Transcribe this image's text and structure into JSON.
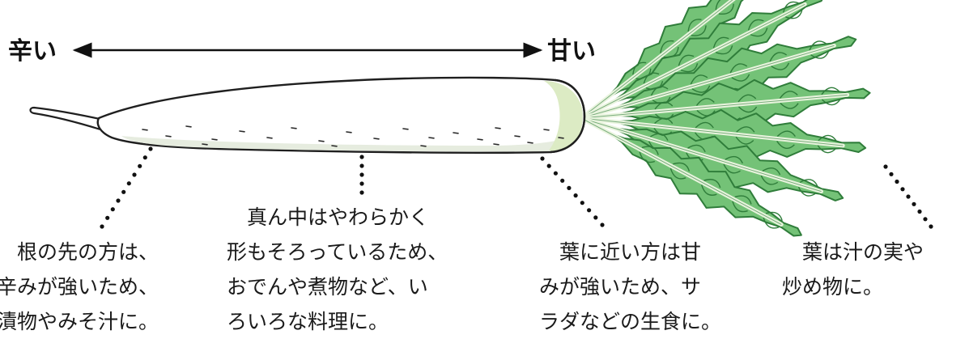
{
  "scale": {
    "left_label": "辛い",
    "right_label": "甘い"
  },
  "captions": [
    {
      "lines": [
        "　根の先の方は、",
        "辛みが強いため、",
        "漬物やみそ汁に。"
      ]
    },
    {
      "lines": [
        "　真ん中はやわらかく",
        "形もそろっているため、",
        "おでんや煮物など、い",
        "ろいろな料理に。"
      ]
    },
    {
      "lines": [
        "　葉に近い方は甘",
        "みが強いため、サ",
        "ラダなどの生食に。"
      ]
    },
    {
      "lines": [
        "　葉は汁の実や",
        "炒め物に。"
      ]
    }
  ],
  "colors": {
    "radish_body": "#ffffff",
    "radish_shade": "#e6ecdf",
    "radish_neck": "#dcebc4",
    "leaf_fill": "#74c277",
    "leaf_dark": "#2f7d3a",
    "leaf_midrib": "#e9f4de",
    "outline": "#1f1f1f"
  }
}
